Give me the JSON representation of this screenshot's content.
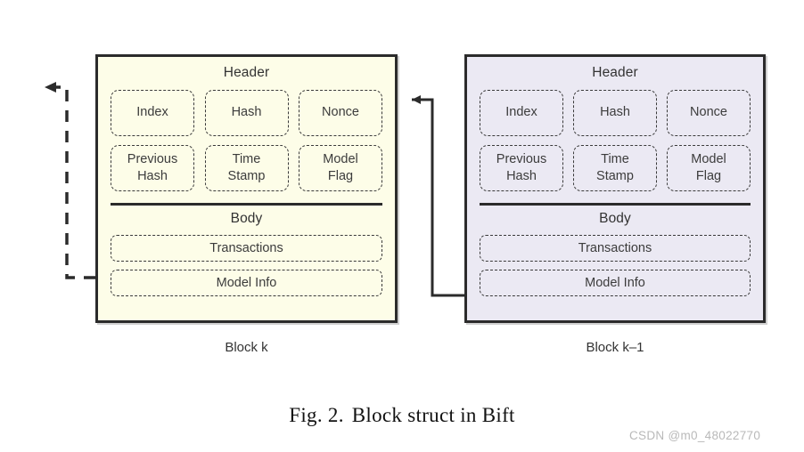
{
  "figure": {
    "caption_prefix": "Fig. 2.",
    "caption_text": "Block struct in Bift",
    "watermark": "CSDN @m0_48022770",
    "background": "#ffffff"
  },
  "colors": {
    "left_block_fill": "#fdfde8",
    "right_block_fill": "#ebe9f3",
    "block_border": "#2b2b2b",
    "field_border": "#3a3a3a",
    "text": "#3a3a3a",
    "watermark": "#b9b9b9"
  },
  "blocks": [
    {
      "id": "block-k",
      "caption": "Block k",
      "header_title": "Header",
      "body_title": "Body",
      "header_fields_row1": [
        "Index",
        "Hash",
        "Nonce"
      ],
      "header_fields_row2": [
        "Previous\nHash",
        "Time\nStamp",
        "Model\nFlag"
      ],
      "header_fields_row2_lines": [
        [
          "Previous",
          "Hash"
        ],
        [
          "Time",
          "Stamp"
        ],
        [
          "Model",
          "Flag"
        ]
      ],
      "body_fields": [
        "Transactions",
        "Model Info"
      ]
    },
    {
      "id": "block-k-minus-1",
      "caption": "Block k–1",
      "header_title": "Header",
      "body_title": "Body",
      "header_fields_row1": [
        "Index",
        "Hash",
        "Nonce"
      ],
      "header_fields_row2": [
        "Previous\nHash",
        "Time\nStamp",
        "Model\nFlag"
      ],
      "header_fields_row2_lines": [
        [
          "Previous",
          "Hash"
        ],
        [
          "Time",
          "Stamp"
        ],
        [
          "Model",
          "Flag"
        ]
      ],
      "body_fields": [
        "Transactions",
        "Model Info"
      ]
    }
  ],
  "connectors": [
    {
      "name": "chain-link-solid",
      "style": "solid",
      "from": "block-k-minus-1.model-info",
      "to": "block-k.header-right-edge",
      "arrow": "left"
    },
    {
      "name": "chain-link-dashed",
      "style": "dashed",
      "from": "block-k.model-info",
      "to": "previous-block",
      "arrow": "left"
    }
  ]
}
